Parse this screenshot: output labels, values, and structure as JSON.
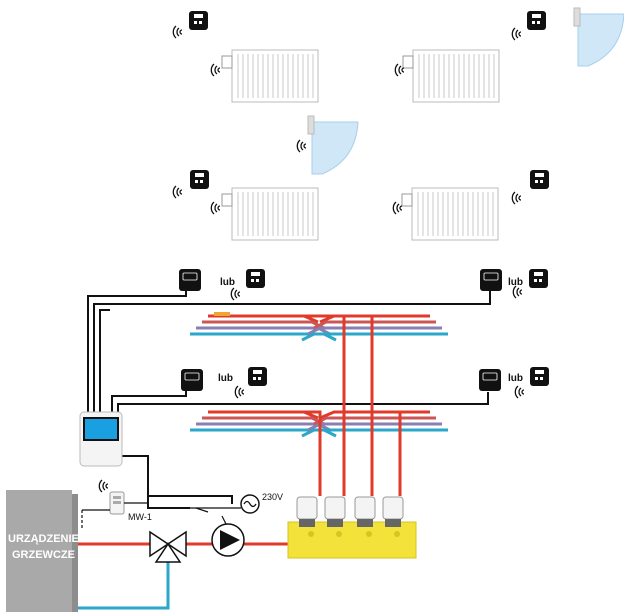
{
  "labels": {
    "lub": "lub",
    "voltage": "230V",
    "module": "MW-1",
    "boiler_line1": "URZĄDZENIE",
    "boiler_line2": "GRZEWCZE"
  },
  "colors": {
    "supply": "#e03a2a",
    "return": "#2aa7c9",
    "manifold": "#f2e23a",
    "wire": "#111111",
    "radiator": "#ffffff",
    "window": "#cfe7f7",
    "boiler": "#a9a9a9"
  },
  "icons": [
    "thermostat-icon",
    "wireless-signal-icon",
    "radiator-icon",
    "window-icon",
    "actuator-icon",
    "pump-icon",
    "valve-icon",
    "ac-source-icon",
    "controller-icon"
  ]
}
